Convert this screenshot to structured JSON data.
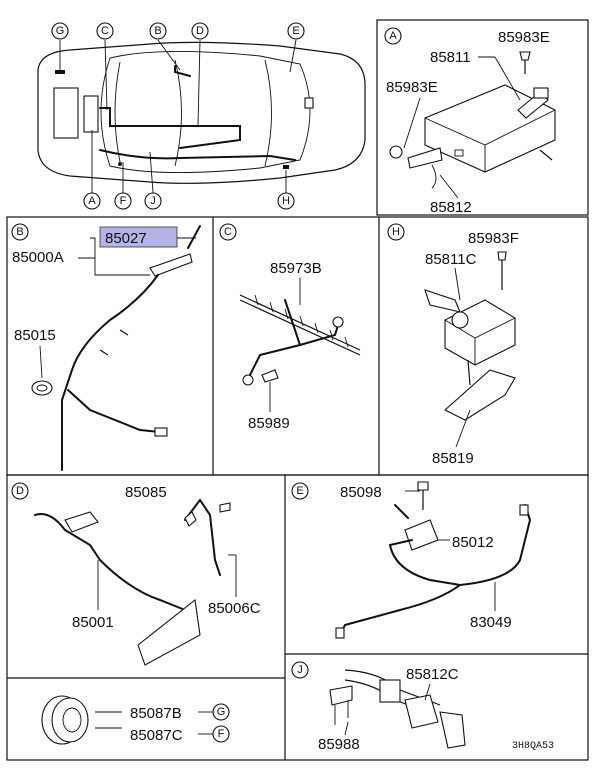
{
  "diagram": {
    "section_ids": [
      "A",
      "B",
      "C",
      "D",
      "E",
      "F",
      "G",
      "H",
      "J"
    ],
    "panels": {
      "A": {
        "label": "A",
        "parts": [
          "85811",
          "85983E",
          "85983E",
          "85812"
        ]
      },
      "B": {
        "label": "B",
        "parts": [
          "85027",
          "85000A",
          "85015"
        ]
      },
      "C": {
        "label": "C",
        "parts": [
          "85973B",
          "85989"
        ]
      },
      "H": {
        "label": "H",
        "parts": [
          "85983F",
          "85811C",
          "85819"
        ]
      },
      "D": {
        "label": "D",
        "parts": [
          "85085",
          "85001",
          "85006C"
        ]
      },
      "E": {
        "label": "E",
        "parts": [
          "85098",
          "85012",
          "83049"
        ]
      },
      "F": {
        "parts": [
          "85087B",
          "85087C"
        ],
        "refs": [
          "G",
          "F"
        ]
      },
      "J": {
        "label": "J",
        "parts": [
          "85812C",
          "85988"
        ]
      }
    },
    "highlighted_part": "85027",
    "highlight_color": "#b4b4e6",
    "drawing_code": "3H8QA53"
  }
}
